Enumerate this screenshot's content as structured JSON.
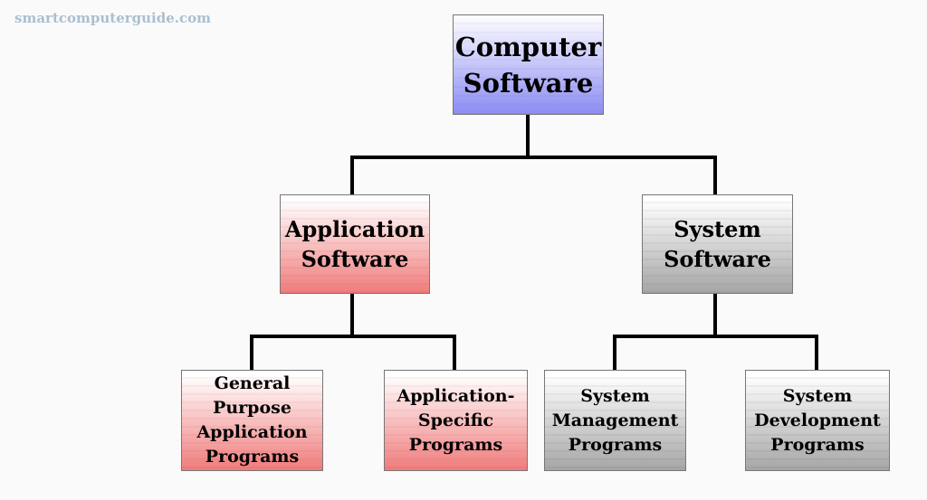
{
  "watermark": "smartcomputerguide.com",
  "nodes": {
    "root": "Computer\nSoftware",
    "application": "Application\nSoftware",
    "system": "System\nSoftware",
    "general_purpose": "General\nPurpose\nApplication\nPrograms",
    "application_specific": "Application-\nSpecific\nPrograms",
    "system_management": "System\nManagement\nPrograms",
    "system_development": "System\nDevelopment\nPrograms"
  },
  "colors": {
    "root_fill": "#8c8cf2",
    "application_fill": "#f07c7c",
    "system_fill": "#a6a6a6",
    "connector": "#000000"
  }
}
